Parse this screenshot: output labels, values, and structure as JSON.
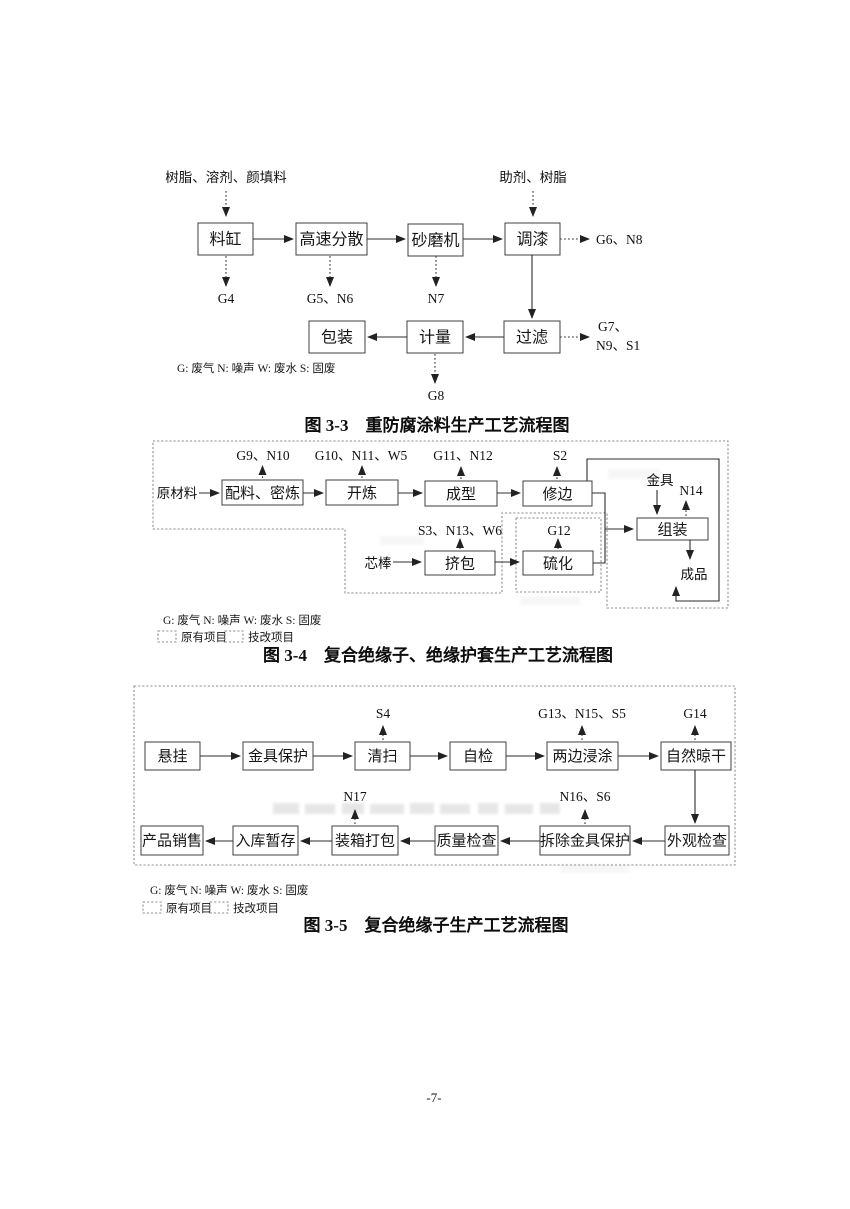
{
  "page_number": "-7-",
  "fig33": {
    "input_left": "树脂、溶剂、颜填料",
    "input_right": "助剂、树脂",
    "boxes": {
      "tank": "料缸",
      "disperse": "高速分散",
      "sandmill": "砂磨机",
      "tint": "调漆",
      "filter": "过滤",
      "meter": "计量",
      "pack": "包装"
    },
    "em": {
      "g4": "G4",
      "g5n6": "G5、N6",
      "n7": "N7",
      "g6n8": "G6、N8",
      "g7": "G7、",
      "n9s1": "N9、S1",
      "g8": "G8"
    },
    "legend": "G: 废气 N: 噪声 W: 废水 S: 固废",
    "caption": "图 3-3　重防腐涂料生产工艺流程图"
  },
  "fig34": {
    "input_raw": "原材料",
    "input_core": "芯棒",
    "input_fitting": "金具",
    "product": "成品",
    "boxes": {
      "mix": "配料、密炼",
      "mill": "开炼",
      "mold": "成型",
      "trim": "修边",
      "extrude": "挤包",
      "vulcanize": "硫化",
      "assemble": "组装"
    },
    "em": {
      "g9n10": "G9、N10",
      "g10n11w5": "G10、N11、W5",
      "g11n12": "G11、N12",
      "s2": "S2",
      "s3n13w6": "S3、N13、W6",
      "g12": "G12",
      "n14": "N14"
    },
    "legend": "G: 废气 N: 噪声 W: 废水 S: 固废",
    "legend_existing": "原有项目",
    "legend_renov": "技改项目",
    "caption": "图 3-4　复合绝缘子、绝缘护套生产工艺流程图"
  },
  "fig35": {
    "boxes": {
      "hang": "悬挂",
      "protect": "金具保护",
      "clean": "清扫",
      "selfcheck": "自检",
      "dipcoat": "两边浸涂",
      "dry": "自然晾干",
      "visual": "外观检查",
      "remove": "拆除金具保护",
      "quality": "质量检查",
      "packcase": "装箱打包",
      "store": "入库暂存",
      "sale": "产品销售"
    },
    "em": {
      "s4": "S4",
      "g13n15s5": "G13、N15、S5",
      "g14": "G14",
      "n17": "N17",
      "n16s6": "N16、S6"
    },
    "legend": "G: 废气 N: 噪声 W: 废水 S: 固废",
    "legend_existing": "原有项目",
    "legend_renov": "技改项目",
    "caption": "图 3-5　复合绝缘子生产工艺流程图"
  }
}
